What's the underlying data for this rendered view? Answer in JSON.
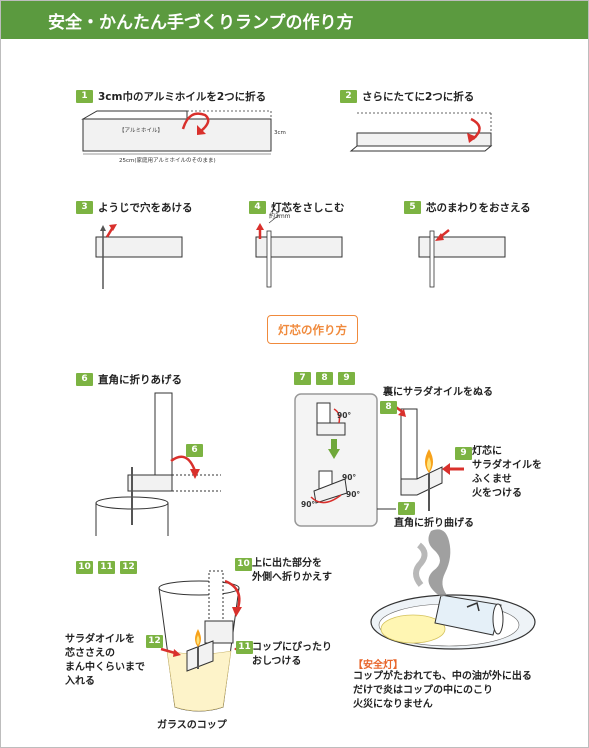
{
  "title": "安全・かんたん手づくりランプの作り方",
  "subtitle": "灯芯の作り方",
  "steps": {
    "s1": {
      "num": "1",
      "label": "3cm巾のアルミホイルを2つに折る"
    },
    "s2": {
      "num": "2",
      "label": "さらにたてに2つに折る"
    },
    "s3": {
      "num": "3",
      "label": "ようじで穴をあける"
    },
    "s4": {
      "num": "4",
      "label": "灯芯をさしこむ"
    },
    "s5": {
      "num": "5",
      "label": "芯のまわりをおさえる"
    },
    "s6": {
      "num": "6",
      "label": "直角に折りあげる"
    }
  },
  "group789": [
    "7",
    "8",
    "9"
  ],
  "group101112": [
    "10",
    "11",
    "12"
  ],
  "foil_tag": "【アルミホイル】",
  "dim_3cm": "3cm",
  "dim_25cm": "25cm(家庭用アルミホイルのそのまま)",
  "dim_3mm": "約3mm",
  "angle_90": "90°",
  "callout6": "6",
  "callout7": {
    "num": "7",
    "text": "直角に折り曲げる"
  },
  "callout8": {
    "num": "8",
    "text": "裏にサラダオイルをぬる"
  },
  "callout9": {
    "num": "9",
    "lines": [
      "灯芯に",
      "サラダオイルを",
      "ふくませ",
      "火をつける"
    ]
  },
  "callout10": {
    "num": "10",
    "lines": [
      "上に出た部分を",
      "外側へ折りかえす"
    ]
  },
  "callout11": {
    "num": "11",
    "lines": [
      "コップにぴったり",
      "おしつける"
    ]
  },
  "callout12": {
    "num": "12",
    "lines": [
      "サラダオイルを",
      "芯ささえの",
      "まん中くらいまで",
      "入れる"
    ]
  },
  "glass_label": "ガラスのコップ",
  "safety": {
    "heading": "【安全灯】",
    "lines": [
      "コップがたおれても、中の油が外に出る",
      "だけで炎はコップの中にのこり",
      "火災になりません"
    ]
  },
  "colors": {
    "green": "#5b9a3f",
    "badge": "#7cb342",
    "orange": "#f08a3c",
    "red": "#d9302c"
  }
}
